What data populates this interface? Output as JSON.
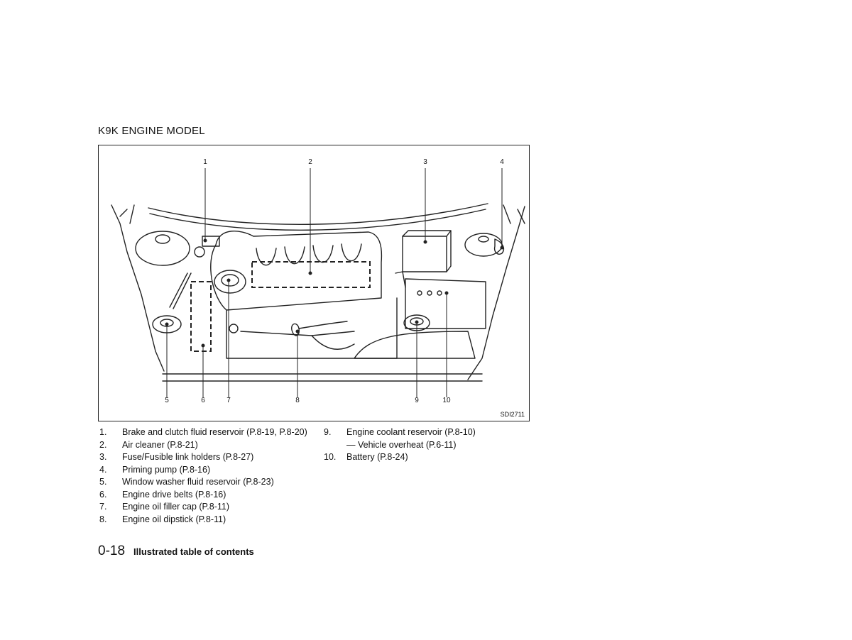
{
  "page": {
    "section_title": "K9K ENGINE MODEL",
    "figure_id": "SDI2711",
    "callouts_top": [
      "1",
      "2",
      "3",
      "4"
    ],
    "callouts_bottom": [
      "5",
      "6",
      "7",
      "8",
      "9",
      "10"
    ],
    "legend_left": [
      {
        "num": "1.",
        "text": "Brake and clutch fluid reservoir (P.8-19, P.8-20)"
      },
      {
        "num": "2.",
        "text": "Air cleaner (P.8-21)"
      },
      {
        "num": "3.",
        "text": "Fuse/Fusible link holders (P.8-27)"
      },
      {
        "num": "4.",
        "text": "Priming pump (P.8-16)"
      },
      {
        "num": "5.",
        "text": "Window washer fluid reservoir (P.8-23)"
      },
      {
        "num": "6.",
        "text": "Engine drive belts (P.8-16)"
      },
      {
        "num": "7.",
        "text": "Engine oil filler cap (P.8-11)"
      },
      {
        "num": "8.",
        "text": "Engine oil dipstick (P.8-11)"
      }
    ],
    "legend_right": [
      {
        "num": "9.",
        "text": "Engine coolant reservoir (P.8-10)"
      },
      {
        "num": "",
        "text": "— Vehicle overheat (P.6-11)"
      },
      {
        "num": "10.",
        "text": "Battery (P.8-24)"
      }
    ],
    "page_number": "0-18",
    "footer_section": "Illustrated table of contents"
  }
}
